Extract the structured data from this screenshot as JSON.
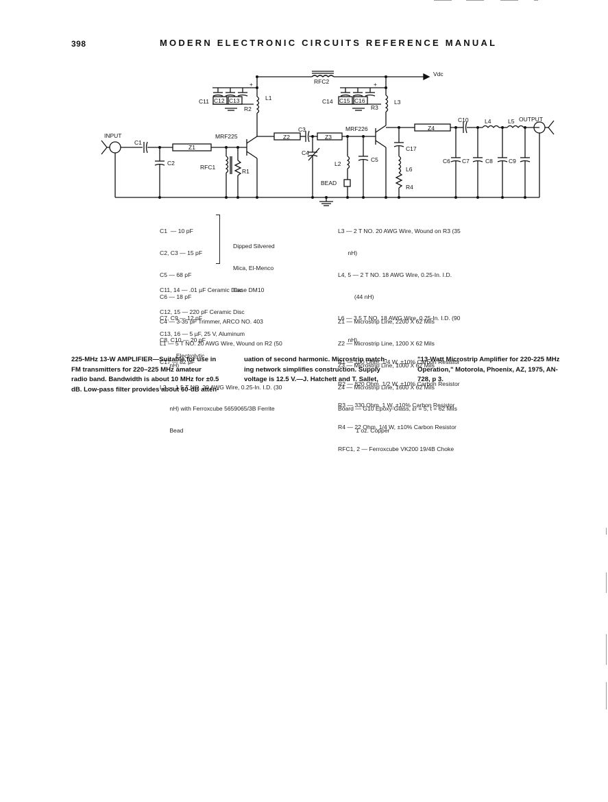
{
  "header": {
    "page_number": "398",
    "title": "MODERN ELECTRONIC CIRCUITS REFERENCE MANUAL"
  },
  "schematic": {
    "labels": {
      "input": "INPUT",
      "output": "OUTPUT",
      "vdc": "Vdc",
      "rfc2": "RFC2",
      "rfc1": "RFC1",
      "q1": "MRF225",
      "q2": "MRF226",
      "c1": "C1",
      "c2": "C2",
      "c3": "C3",
      "c4": "C4",
      "c5": "C5",
      "c6": "C6",
      "c7": "C7",
      "c8": "C8",
      "c9": "C9",
      "c10": "C10",
      "c11": "C11",
      "c12": "C12",
      "c13": "C13",
      "c14": "C14",
      "c15": "C15",
      "c16": "C16",
      "c17": "C17",
      "l1": "L1",
      "l2": "L2",
      "l3": "L3",
      "l4": "L4",
      "l5": "L5",
      "l6": "L6",
      "r1": "R1",
      "r2": "R2",
      "r3": "R3",
      "r4": "R4",
      "z1": "Z1",
      "z2": "Z2",
      "z3": "Z3",
      "z4": "Z4",
      "bead": "BEAD",
      "plus1": "+",
      "plus2": "+"
    }
  },
  "parts_list": {
    "left_caps": [
      "C1  — 10 pF",
      "C2, C3 — 15 pF",
      "C5 — 68 pF",
      "C6 — 18 pF",
      "C7, C9 — 12 pF",
      "C8, C10 — 20 pF",
      "C17 — 82 pF"
    ],
    "brace_note": [
      "Dipped Silvered",
      "Mica, El-Menco",
      "Case DM10"
    ],
    "left_misc": [
      "C11, 14 — .01 µF Ceramic Disc",
      "C12, 15 — 220 pF Ceramic Disc",
      "C13, 16 — 5 µF, 25 V, Aluminum",
      "          Electrolytic"
    ],
    "left_inductors": [
      "C4 — 3-35 pF Trimmer, ARCO NO. 403",
      "L1 — 5 T NO. 20 AWG Wire, Wound on R2 (50",
      "      nH)",
      "L2 — 1.5 T NO. 20 AWG Wire, 0.25-In. I.D. (30",
      "      nH) with Ferroxcube 5659065/3B Ferrite",
      "      Bead"
    ],
    "right_top": [
      "L3 — 2 T NO. 20 AWG Wire, Wound on R3 (35",
      "      nH)",
      "L4, 5 — 2 T NO. 18 AWG Wire, 0.25-In. I.D.",
      "          (44 nH)",
      "L6 — 3.5 T NO. 18 AWG Wire, 0.25-In. I.D. (90",
      "      nH)",
      "R1 — 100 Ohm, 1/4 W, ±10% Carbon Resistor",
      "R2 — 820 Ohm, 1/2 W, ±10% Carbon Resistor",
      "R3 — 330 Ohm, 1 W, ±10% Carbon Resistor",
      "R4 — 22 Ohm, 1/4 W, ±10% Carbon Resistor",
      "RFC1, 2 — Ferroxcube VK200 19/4B Choke"
    ],
    "right_bottom": [
      "Z1 — Microstrip Line, 2200 X 62 Mils",
      "Z2 — Microstrip Line, 1200 X 62 Mils",
      "Z3 — Microstrip Line, 1000 X 62 Mils",
      "Z4 — Microstrip Line, 1600 X 62 Mils",
      "Board — G10 Epoxy-Glass, εr = 5, t = 62 Mils",
      "           1 oz. Copper"
    ]
  },
  "caption": {
    "col1": [
      "225-MHz 13-W AMPLIFIER—Suitable for use in",
      "FM transmitters for 220–225 MHz amateur",
      "radio band. Bandwidth is about 10 MHz for ±0.5",
      "dB. Low-pass filter provides about 60-dB atten-"
    ],
    "col2": [
      "uation of second harmonic. Microstrip match-",
      "ing network simplifies construction. Supply",
      "voltage is 12.5 V.—J. Hatchett and T. Sallet,"
    ],
    "col3": [
      "\"13-Watt Microstrip Amplifier for 220-225 MHz",
      "Operation,\" Motorola, Phoenix, AZ, 1975, AN-",
      "728, p 3."
    ]
  }
}
